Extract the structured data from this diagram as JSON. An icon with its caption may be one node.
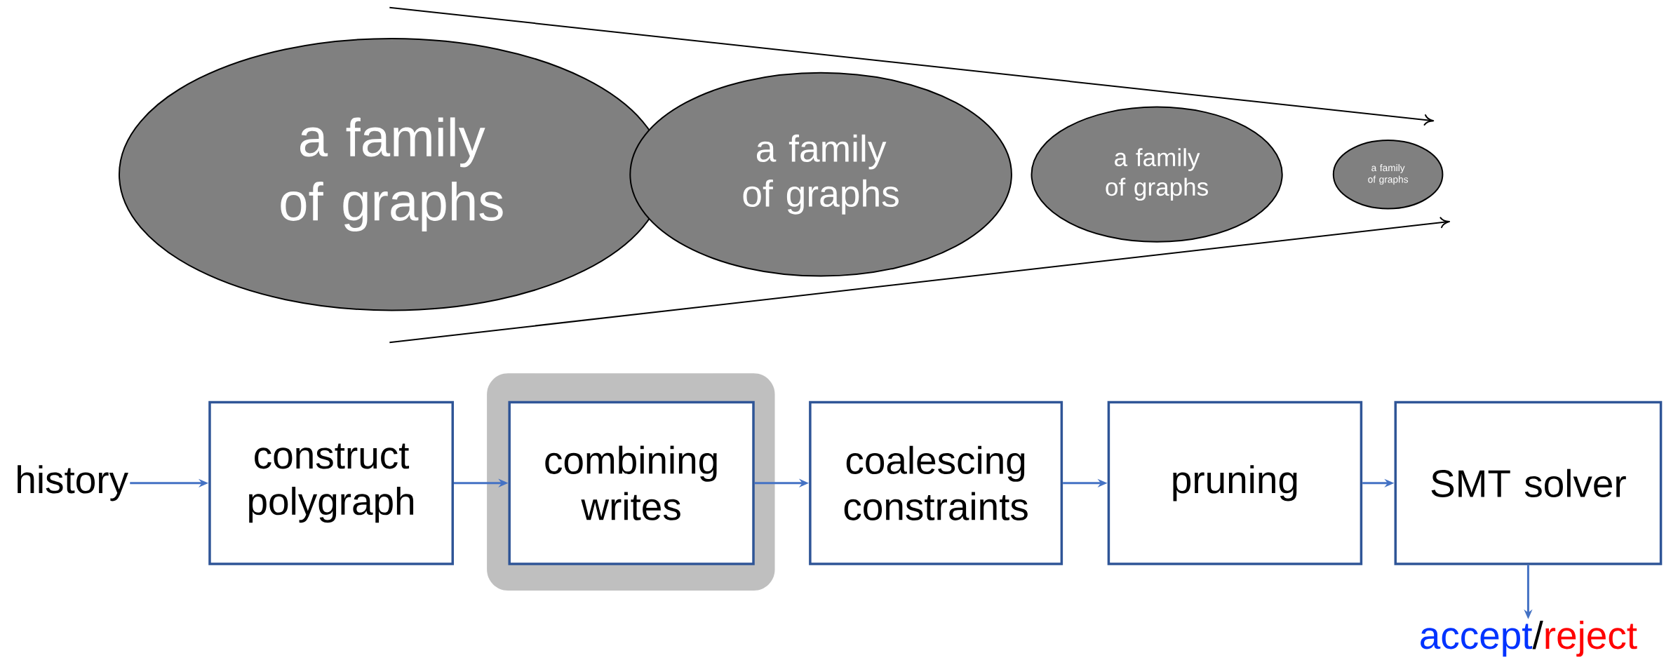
{
  "diagram": {
    "nodes": [
      {
        "text": [
          "a family of graphs"
        ]
      },
      {
        "text": [
          "a family of graphs"
        ]
      },
      {
        "text": [
          "a family of graphs"
        ]
      },
      {
        "text": [
          "a family of graphs"
        ]
      },
      {
        "text": [
          "history"
        ]
      },
      {
        "text": [
          "construct polygraph"
        ]
      },
      {
        "text": [],
        "shape": "box"
      },
      {
        "text": [
          "combining writes"
        ],
        "in": 6
      },
      {
        "text": [
          "coalescing constraints"
        ]
      },
      {
        "text": [
          "pruning"
        ]
      },
      {
        "text": [
          "SMT solver"
        ]
      },
      {
        "text": [
          "accept",
          "/",
          "reject"
        ]
      }
    ],
    "edges": [
      {
        "from": 4,
        "to": 5,
        "arrow": "to"
      },
      {
        "from": 5,
        "to": 7,
        "arrow": "to"
      },
      {
        "from": 7,
        "to": 8,
        "arrow": "to"
      },
      {
        "from": 8,
        "to": 9,
        "arrow": "to"
      },
      {
        "from": 9,
        "to": 10,
        "arrow": "to"
      },
      {
        "from": 10,
        "to": 11,
        "arrow": "to"
      }
    ]
  }
}
